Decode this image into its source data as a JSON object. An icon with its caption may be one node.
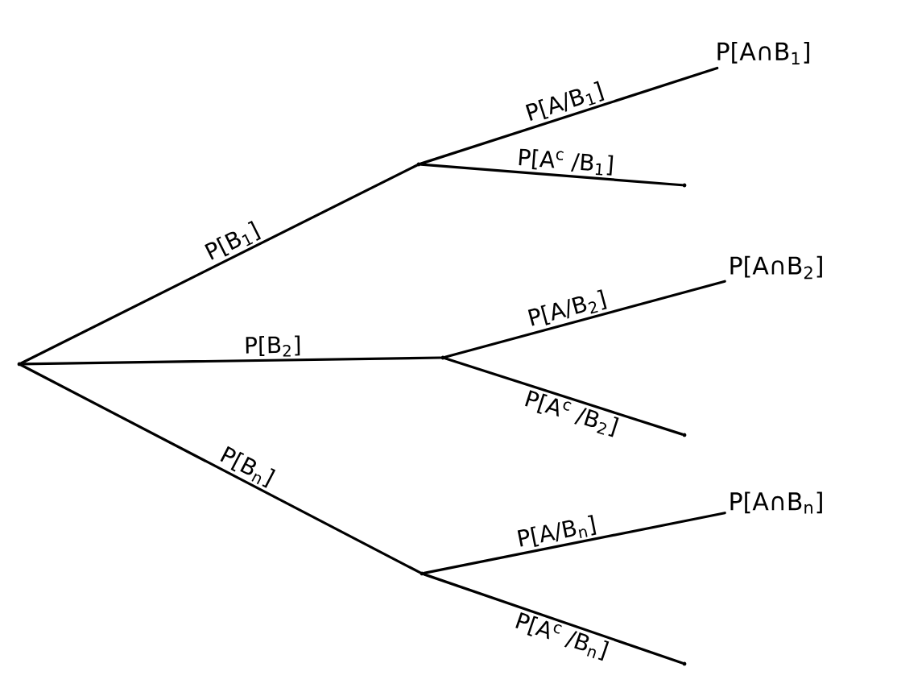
{
  "diagram": {
    "nodes": [
      {
        "text": [],
        "shape": "point"
      },
      {
        "text": [],
        "shape": "point"
      },
      {
        "text": [],
        "shape": "point"
      },
      {
        "text": [],
        "shape": "point"
      },
      {
        "text": [
          "P[A∩B$_{1}$]"
        ]
      },
      {
        "text": [],
        "shape": "point"
      },
      {
        "text": [
          "P[A∩B$_{2}$]"
        ]
      },
      {
        "text": [],
        "shape": "point"
      },
      {
        "text": [
          "P[A∩B$_{n}$]"
        ]
      },
      {
        "text": [],
        "shape": "point"
      }
    ],
    "edges": [
      {
        "from": 0,
        "to": 1,
        "arrow": "none",
        "label": "P[B$_{1}$]"
      },
      {
        "from": 0,
        "to": 2,
        "arrow": "none",
        "label": "P[B$_{2}$]"
      },
      {
        "from": 0,
        "to": 3,
        "arrow": "none",
        "label": "P[B$_{n}$]"
      },
      {
        "from": 1,
        "to": 4,
        "arrow": "none",
        "label": "P[A/B$_{1}$]"
      },
      {
        "from": 1,
        "to": 5,
        "arrow": "none",
        "label": "P[A$^{c}$ /B$_{1}$]"
      },
      {
        "from": 2,
        "to": 6,
        "arrow": "none",
        "label": "P[A/B$_{2}$]"
      },
      {
        "from": 2,
        "to": 7,
        "arrow": "none",
        "label": "P[A$^{c}$ /B$_{2}$]"
      },
      {
        "from": 3,
        "to": 8,
        "arrow": "none",
        "label": "P[A/B$_{n}$]"
      },
      {
        "from": 3,
        "to": 9,
        "arrow": "none",
        "label": "P[A$^{c}$ /B$_{n}$]"
      }
    ]
  }
}
